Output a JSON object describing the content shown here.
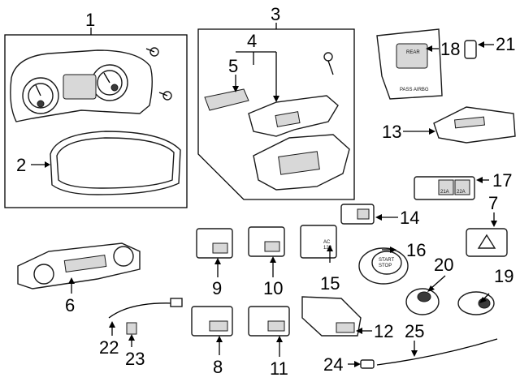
{
  "callouts": {
    "c1": "1",
    "c2": "2",
    "c3": "3",
    "c4": "4",
    "c5": "5",
    "c6": "6",
    "c7": "7",
    "c8": "8",
    "c9": "9",
    "c10": "10",
    "c11": "11",
    "c12": "12",
    "c13": "13",
    "c14": "14",
    "c15": "15",
    "c16": "16",
    "c17": "17",
    "c18": "18",
    "c19": "19",
    "c20": "20",
    "c21": "21",
    "c22": "22",
    "c23": "23",
    "c24": "24",
    "c25": "25"
  },
  "part_markings": {
    "switch15": "AC\n120",
    "start_button": "START\nSTOP",
    "panel18_top": "REAR",
    "panel18_bottom": "PASS AIRBG",
    "switch17_a": "21A",
    "switch17_b": "22A"
  }
}
